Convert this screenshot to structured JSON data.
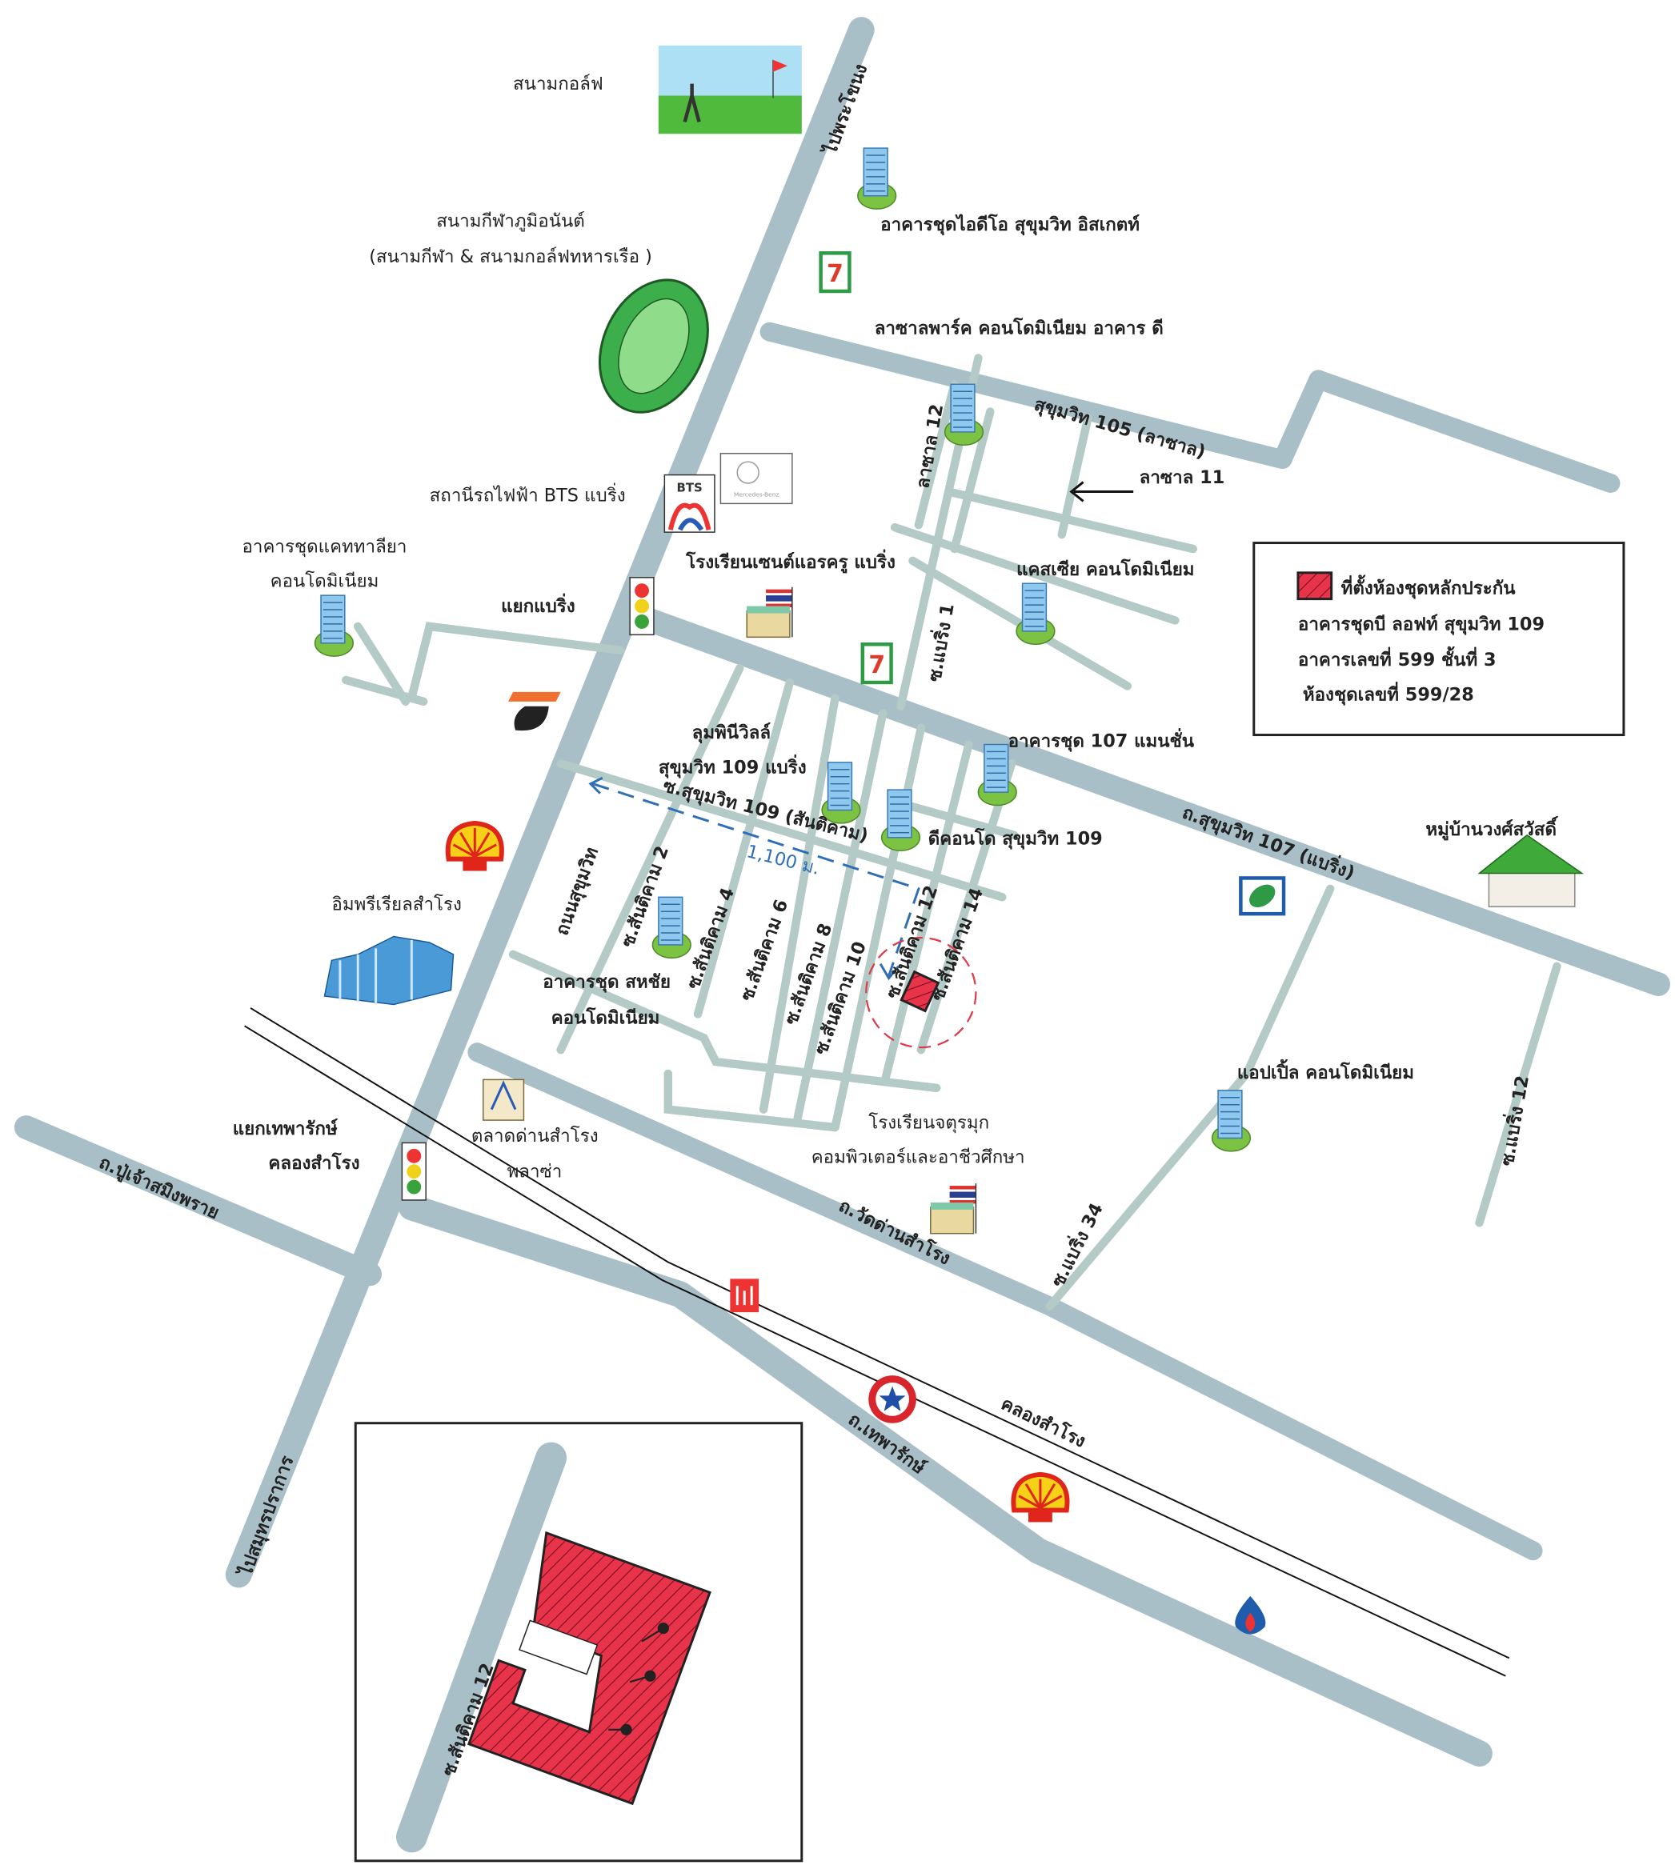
{
  "colors": {
    "road": "#a9bfc8",
    "soi": "#b3cac6",
    "property": "#e8344a",
    "distance": "#2f6fb8",
    "condo_base": "#7cc243"
  },
  "legend": {
    "title": "ที่ตั้งห้องชุดหลักประกัน",
    "line1": "อาคารชุดบี ลอฟท์ สุขุมวิท 109",
    "line2": "อาคารเลขที่ 599  ชั้นที่ 3",
    "line3": "ห้องชุดเลขที่ 599/28"
  },
  "labels": {
    "golf": "สนามกอล์ฟ",
    "to_phrakhanong": "ไปพระโขนง",
    "ideo": "อาคารชุดไอดีโอ สุขุมวิท อิสเกตท์",
    "stadium": "สนามกีฬาภูมิอนันต์",
    "stadium_sub": "(สนามกีฬา & สนามกอล์ฟทหารเรือ )",
    "lasalle_park": "ลาซาลพาร์ค คอนโดมิเนียม อาคาร ดี",
    "sukhumvit105": "สุขุมวิท 105 (ลาซาล)",
    "lasalle12": "ลาซาล 12",
    "lasalle11": "ลาซาล 11",
    "bts": "สถานีรถไฟฟ้า BTS แบริ่ง",
    "cattaleya1": "อาคารชุดแคททาลียา",
    "cattaleya2": "คอนโดมิเนียม",
    "bearing_junction": "แยกแบริ่ง",
    "st_andrews": "โรงเรียนเซนต์แอรครู แบริ่ง",
    "cassia": "แคสเซีย คอนโดมิเนียม",
    "soi_bearing1": "ซ.แบริ่ง 1",
    "lumpini1": "ลุมพินีวิลล์",
    "lumpini2": "สุขุมวิท 109 แบริ่ง",
    "mansion107": "อาคารชุด 107 แมนชั่น",
    "soi109": "ซ.สุขุมวิท 109 (สันติคาม)",
    "distance": "1,100 ม.",
    "dcondo": "ดีคอนโด สุขุมวิท 109",
    "sukhumvit107": "ถ.สุขุมวิท 107 (แบริ่ง)",
    "wongsawat": "หมู่บ้านวงศ์สวัสดิ์",
    "sukhumvit_rd": "ถนนสุขุมวิท",
    "imperial": "อิมพรีเรียลสำโรง",
    "santi2": "ซ.สันติคาม 2",
    "santi4": "ซ.สันติคาม 4",
    "santi6": "ซ.สันติคาม 6",
    "santi8": "ซ.สันติคาม 8",
    "santi10": "ซ.สันติคาม 10",
    "santi12": "ซ.สันติคาม 12",
    "santi14": "ซ.สันติคาม 14",
    "sahachai1": "อาคารชุด สหชัย",
    "sahachai2": "คอนโดมิเนียม",
    "apple": "แอปเปิ้ล คอนโดมิเนียม",
    "soi_bearing12": "ซ.แบริ่ง 12",
    "chaturamuk1": "โรงเรียนจตุรมุก",
    "chaturamuk2": "คอมพิวเตอร์และอาชีวศึกษา",
    "thepharak_junction1": "แยกเทพารักษ์",
    "thepharak_junction2": "คลองสำโรง",
    "market1": "ตลาดด่านสำโรง",
    "market2": "พลาซ่า",
    "puchao": "ถ.ปู่เจ้าสมิงพราย",
    "watdan": "ถ.วัดด่านสำโรง",
    "soi_bearing34": "ซ.แบริ่ง 34",
    "khlong": "คลองสำโรง",
    "thepharak": "ถ.เทพารักษ์",
    "to_samutprakan": "ไปสมุทรปราการ",
    "inset_soi": "ซ.สันติคาม 12"
  },
  "icons": {
    "bts_logo": "BTS",
    "seven_eleven": "7",
    "mercedes": "Mercedes-Benz"
  }
}
